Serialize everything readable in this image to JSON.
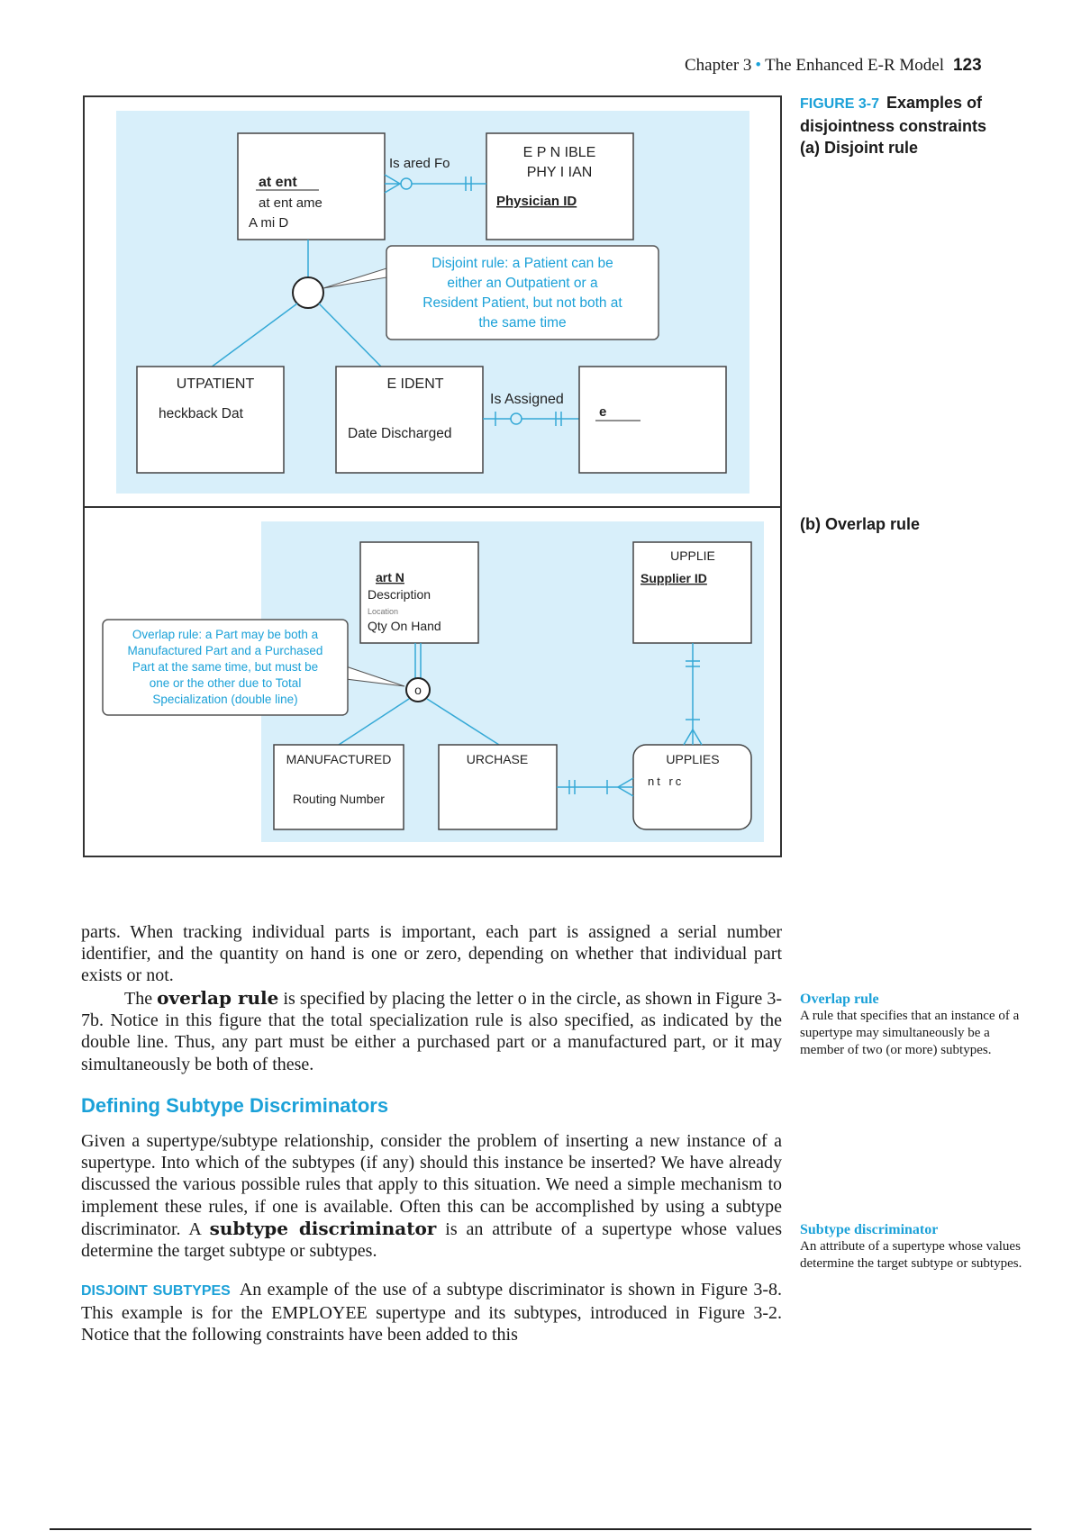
{
  "header": {
    "chapter": "Chapter 3",
    "title": "The Enhanced E-R Model",
    "page": "123"
  },
  "figure": {
    "number": "FIGURE 3-7",
    "title_line1": "Examples of",
    "title_line2": "disjointness constraints",
    "part_a": "(a) Disjoint rule",
    "part_b": "(b) Overlap rule",
    "a": {
      "patient_title": "at ent",
      "patient_attr1": "at ent   ame",
      "patient_attr2": "A  mi  D",
      "physician_title1": "E  P  N  IBLE",
      "physician_title2": "PHY  I  IAN",
      "physician_id": "Physician ID",
      "rel1": "Is    ared Fo",
      "callout": [
        "Disjoint rule: a Patient can be",
        "either an Outpatient or a",
        "Resident Patient, but not both at",
        "the same time"
      ],
      "outpatient_title": "UTPATIENT",
      "outpatient_attr": "heckback Dat",
      "resident_title": "E  IDENT",
      "resident_attr": "Date Discharged",
      "rel2": "Is Assigned",
      "bed_id": "e"
    },
    "b": {
      "part_id": "art N",
      "part_desc": "Description",
      "part_loc": "Location",
      "part_qty": "Qty On Hand",
      "supplier_title": "UPPLIE",
      "supplier_id": "Supplier ID",
      "callout": [
        "Overlap rule: a Part may be both a",
        "Manufactured Part and a Purchased",
        "Part at the same time, but must be",
        "one or the other due to Total",
        "Specialization (double line)"
      ],
      "circle_letter": "o",
      "manufactured_title": "MANUFACTURED",
      "manufactured_attr": "Routing Number",
      "purchased_title": "URCHASE",
      "supplies_title": "UPPLIES",
      "supplies_attr": "nt  rc"
    }
  },
  "body": {
    "para1": "parts. When tracking individual parts is important, each part is assigned a serial number identifier, and the quantity on hand is one or zero, depending on whether that individual part exists or not.",
    "para2_pre": "The ",
    "para2_term": "overlap rule",
    "para2_post": " is specified by placing the letter o in the circle, as shown in Figure 3-7b. Notice in this figure that the total specialization rule is also specified, as indicated by the double line. Thus, any part must be either a purchased part or a manufactured part, or it may simultaneously be both of these.",
    "section_heading": "Defining Subtype Discriminators",
    "para3_pre": "Given a supertype/subtype relationship, consider the problem of inserting a new instance of a supertype. Into which of the subtypes (if any) should this instance be inserted? We have already discussed the various possible rules that apply to this situation. We need a simple mechanism to implement these rules, if one is available. Often this can be accomplished by using a subtype discriminator. A ",
    "para3_term": "subtype discriminator",
    "para3_post": " is an attribute of a supertype whose values determine the target subtype or subtypes.",
    "para4_runin": "DISJOINT SUBTYPES",
    "para4_text": "An example of the use of a subtype discriminator is shown in Figure 3-8. This example is for the EMPLOYEE supertype and its subtypes, introduced in Figure 3-2. Notice that the following constraints have been added to this"
  },
  "margin_notes": [
    {
      "term": "Overlap rule",
      "definition": "A rule that specifies that an instance of a supertype may simultaneously be a member of two (or more) subtypes."
    },
    {
      "term": "Subtype discriminator",
      "definition": "An attribute of a supertype whose values determine the target subtype or subtypes."
    }
  ],
  "colors": {
    "accent": "#1ba1d8",
    "panel": "#d8effa",
    "line": "#35a9d6"
  }
}
